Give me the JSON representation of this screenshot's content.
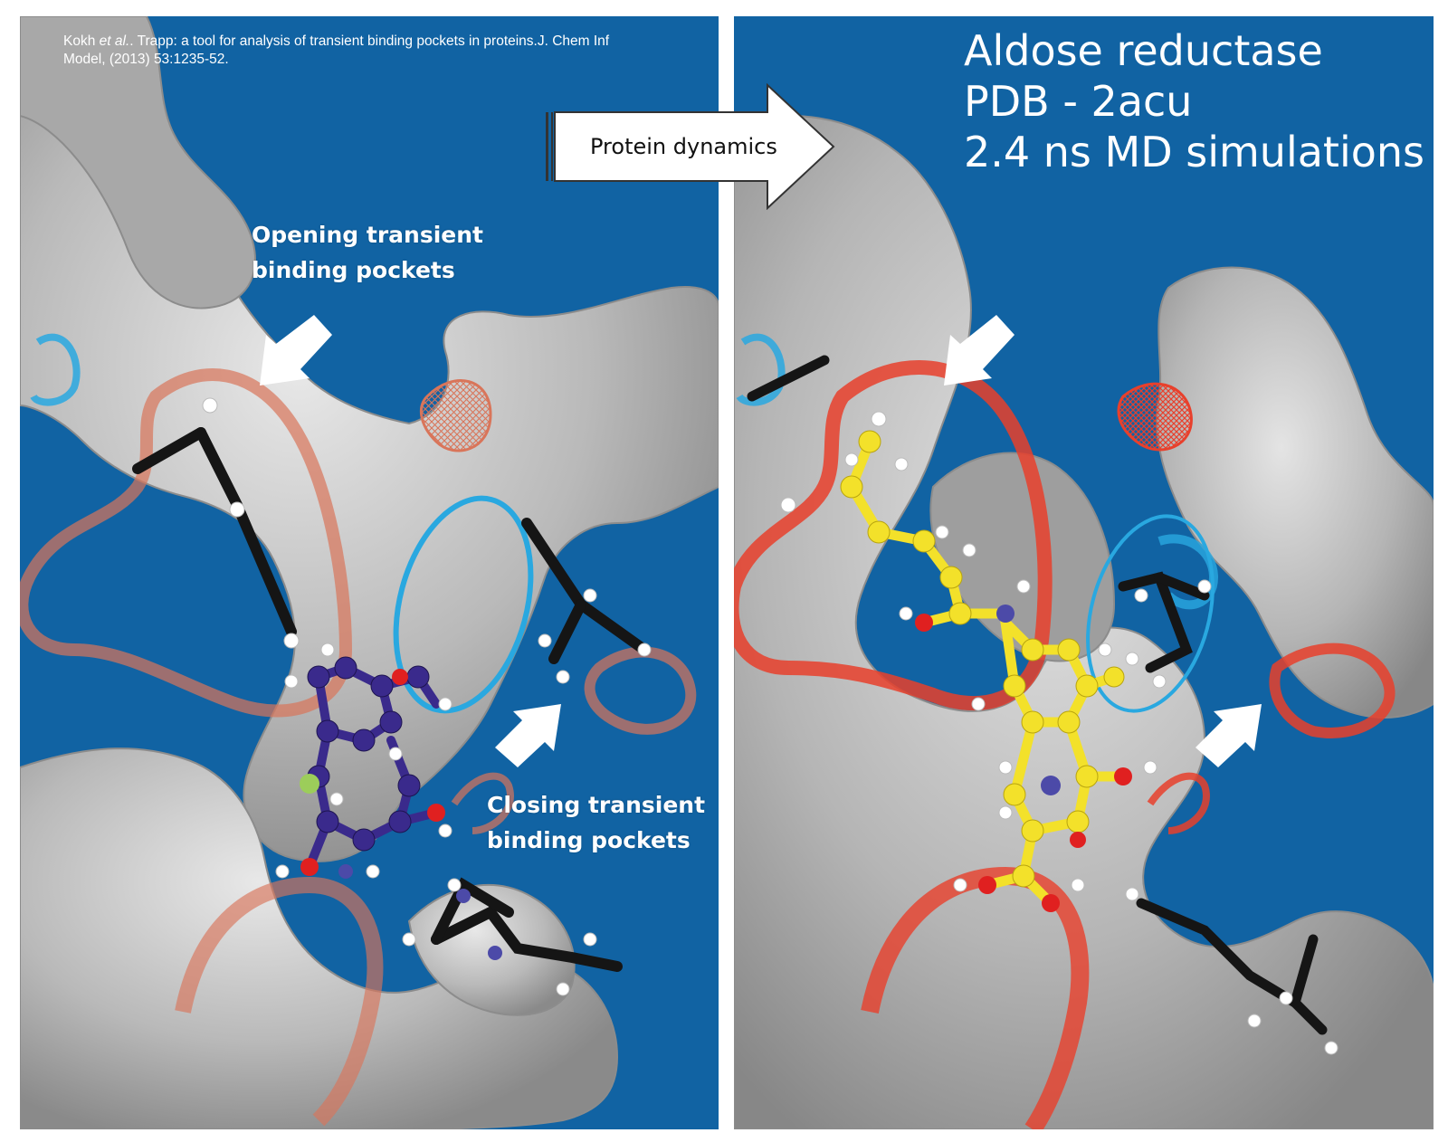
{
  "colors": {
    "background": "#1163a3",
    "surface": "#b2b2b2",
    "mesh_red_left": "#d9755a",
    "mesh_red_right": "#e8402c",
    "mesh_cyan": "#29a8e0",
    "ligand_left": "#3a2a8c",
    "ligand_right": "#f3e12a",
    "residue": "#151515",
    "hydrogen": "#ffffff",
    "oxygen": "#e02020",
    "nitrogen": "#4c4aa8"
  },
  "left_panel": {
    "citation_author": "Kokh ",
    "citation_etal": "et al.",
    "citation_rest": ". Trapp: a tool for analysis of transient binding pockets in proteins.J. Chem Inf Model, (2013) 53:1235-52.",
    "opening_line1": "Opening transient",
    "opening_line2": "binding pockets",
    "closing_line1": "Closing transient",
    "closing_line2": "binding pockets"
  },
  "right_panel": {
    "title_line1": "Aldose reductase",
    "title_line2": "PDB - 2acu",
    "title_line3": "2.4 ns MD simulations"
  },
  "transition_arrow": {
    "label": "Protein dynamics"
  }
}
